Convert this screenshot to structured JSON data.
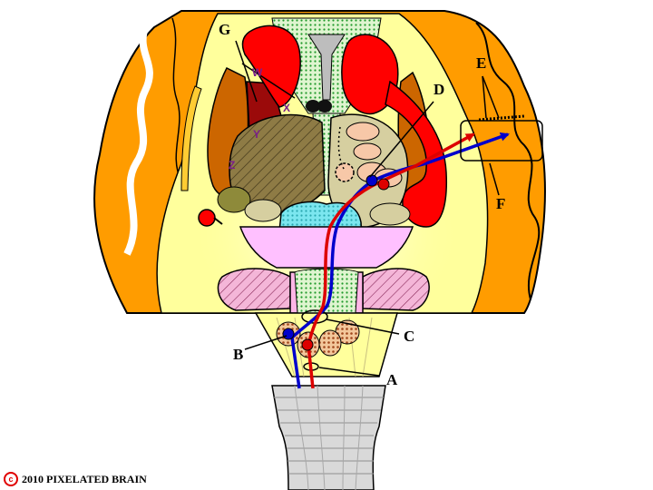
{
  "labels": {
    "a": "A",
    "b": "B",
    "c": "C",
    "d": "D",
    "e": "E",
    "f": "F",
    "g": "G",
    "w": "W",
    "x": "X",
    "y": "Y",
    "z": "Z"
  },
  "credit": {
    "symbol": "c",
    "text": "2010  PIXELATED BRAIN"
  },
  "colors": {
    "cortex": "#ff9c00",
    "white_matter": "#ffff9c",
    "basal_ganglia": "#ff0000",
    "putamen": "#cc6600",
    "thalamus": "#d6cfa0",
    "pons": "#ffc0ff",
    "hypothalamus": "#66e0e8",
    "ascending_pathway_blue": "#0000cc",
    "ascending_pathway_red": "#dd0000"
  }
}
